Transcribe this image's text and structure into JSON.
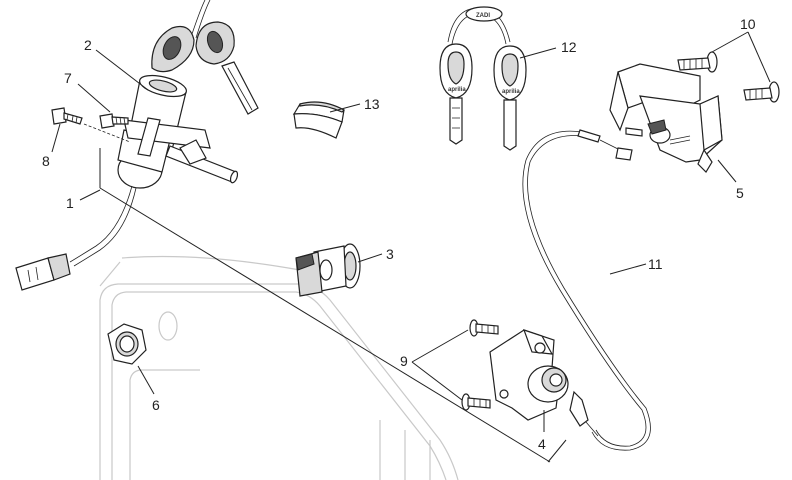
{
  "callouts": [
    {
      "id": "1",
      "text": "1"
    },
    {
      "id": "2",
      "text": "2"
    },
    {
      "id": "3",
      "text": "3"
    },
    {
      "id": "4",
      "text": "4"
    },
    {
      "id": "5",
      "text": "5"
    },
    {
      "id": "6",
      "text": "6"
    },
    {
      "id": "7",
      "text": "7"
    },
    {
      "id": "8",
      "text": "8"
    },
    {
      "id": "9",
      "text": "9"
    },
    {
      "id": "10",
      "text": "10"
    },
    {
      "id": "11",
      "text": "11"
    },
    {
      "id": "12",
      "text": "12"
    },
    {
      "id": "13",
      "text": "13"
    }
  ],
  "key_labels": {
    "brand": "ZADI",
    "logo": "aprilia"
  }
}
